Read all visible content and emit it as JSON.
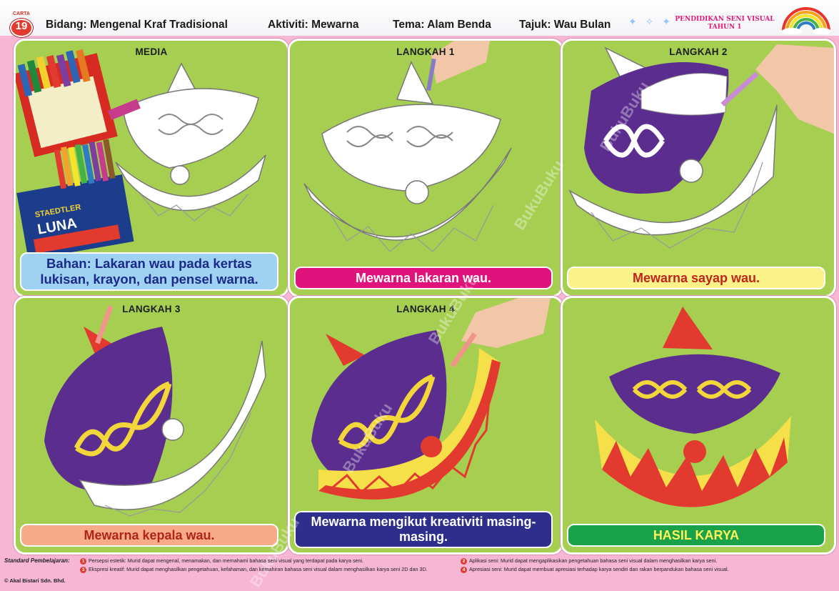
{
  "header": {
    "logo_label": "CARTA",
    "logo_number": "19",
    "bidang": "Bidang: Mengenal Kraf Tradisional",
    "aktiviti": "Aktiviti: Mewarna",
    "tema": "Tema: Alam Benda",
    "tajuk": "Tajuk: Wau Bulan",
    "brand_line1": "PENDIDIKAN SENI VISUAL",
    "brand_line2": "TAHUN 1"
  },
  "panels": [
    {
      "label": "MEDIA",
      "caption": "Bahan: Lakaran wau pada kertas lukisan, krayon, dan pensel warna.",
      "caption_bg": "#9fd1f3",
      "caption_color": "#1b2a8a"
    },
    {
      "label": "LANGKAH 1",
      "caption": "Mewarna lakaran wau.",
      "caption_bg": "#e0127c",
      "caption_color": "#ffffff"
    },
    {
      "label": "LANGKAH 2",
      "caption": "Mewarna sayap wau.",
      "caption_bg": "#fbf28a",
      "caption_color": "#c0241b"
    },
    {
      "label": "LANGKAH 3",
      "caption": "Mewarna kepala wau.",
      "caption_bg": "#f7ab88",
      "caption_color": "#b1241b"
    },
    {
      "label": "LANGKAH 4",
      "caption": "Mewarna mengikut kreativiti masing-masing.",
      "caption_bg": "#2e2f8c",
      "caption_color": "#ffffff"
    },
    {
      "label": "",
      "caption": "HASIL KARYA",
      "caption_bg": "#1aa24a",
      "caption_color": "#fff35a"
    }
  ],
  "media_labels": {
    "brand_staedtler": "STAEDTLER",
    "brand_luna": "LUNA"
  },
  "footer": {
    "title": "Standard Pembelajaran:",
    "standards": [
      {
        "num": "1",
        "text": "Persepsi estetik: Murid dapat mengenal, menamakan, dan memahami bahasa seni visual yang terdapat pada karya seni."
      },
      {
        "num": "2",
        "text": "Aplikasi seni: Murid dapat mengaplikasikan pengetahuan bahasa seni visual dalam menghasilkan karya seni."
      },
      {
        "num": "3",
        "text": "Ekspresi kreatif: Murid dapat menghasilkan pengetahuan, kefahaman, dan kemahiran bahasa seni visual dalam menghasilkan karya seni 2D dan 3D."
      },
      {
        "num": "4",
        "text": "Apresiasi seni: Murid dapat membuat apresiasi terhadap karya sendiri dan rakan berpandukan bahasa seni visual."
      }
    ],
    "copyright": "© Akal Bistari Sdn. Bhd."
  },
  "watermark": "BukuBuku",
  "colors": {
    "background": "#f6b6d4",
    "panel_green": "#a6cf52",
    "purple": "#5b2d8e",
    "gold": "#f2d63a",
    "red": "#e23a2f",
    "yellow": "#f5e04a"
  }
}
